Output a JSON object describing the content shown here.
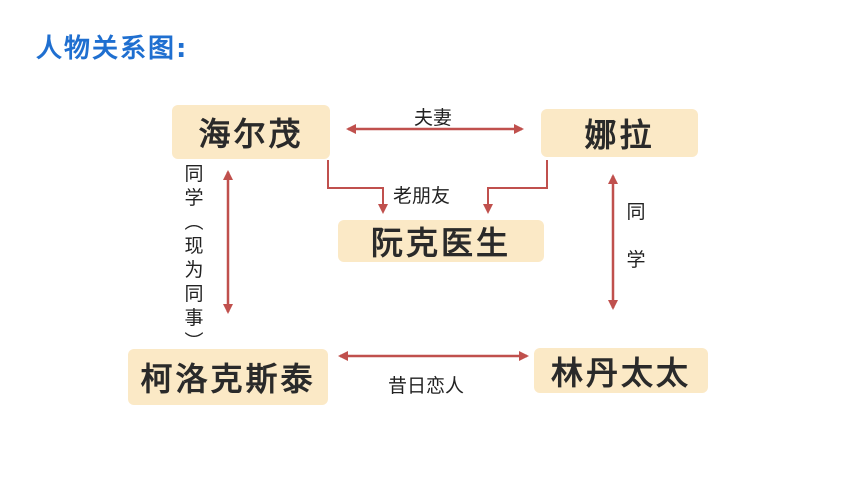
{
  "title": "人物关系图:",
  "nodes": {
    "haierm": "海尔茂",
    "nala": "娜拉",
    "ruanke": "阮克医生",
    "keluoke": "柯洛克斯泰",
    "lindan": "林丹太太"
  },
  "edges": {
    "fuqi": "夫妻",
    "laopengyou": "老朋友",
    "tongxue_left": "同\n学\n︵\n现\n为\n同\n事\n︶",
    "tongxue_right": "同\n\n学",
    "xiriliangren": "昔日恋人"
  },
  "colors": {
    "accent": "#1f6fd0",
    "arrow": "#c0504d",
    "node_fill": "#fbe9c6"
  }
}
